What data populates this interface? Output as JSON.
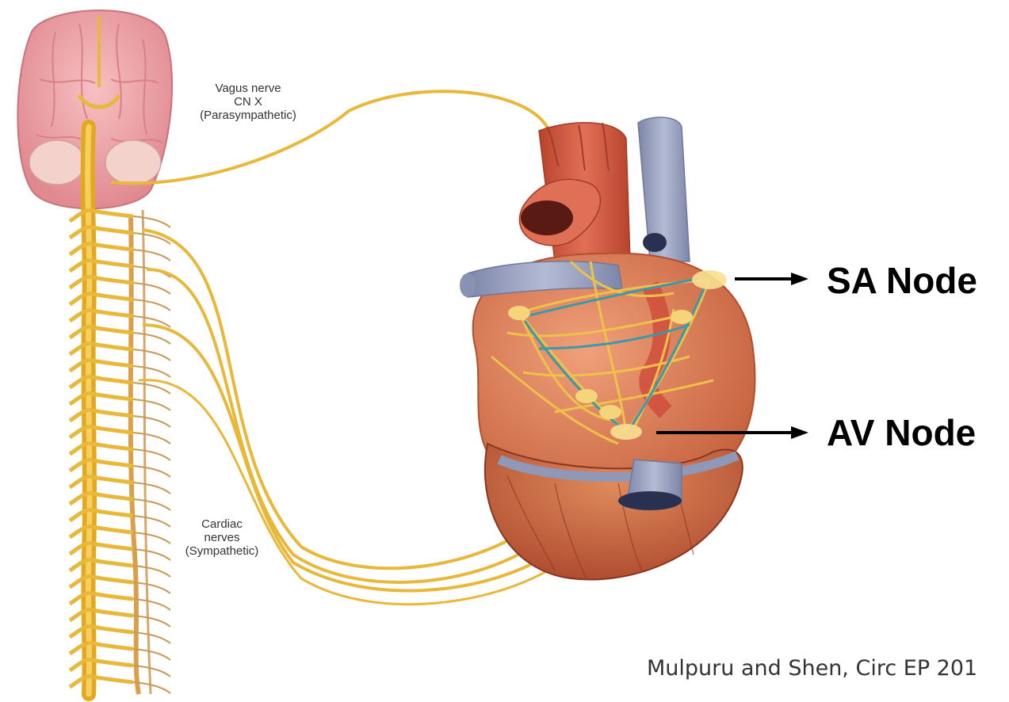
{
  "labels": {
    "vagus": [
      "Vagus nerve",
      "CN X",
      "(Parasympathetic)"
    ],
    "cardiac": [
      "Cardiac",
      "nerves",
      "(Sympathetic)"
    ],
    "sa_node": "SA Node",
    "av_node": "AV Node"
  },
  "citation": "Mulpuru and Shen, Circ EP 201",
  "colors": {
    "nerve": "#e8b83a",
    "brain": "#f2a0a4",
    "vessel_blue": "#8f98b8",
    "aorta": "#d0553a",
    "heart_muscle": "#d9784e"
  }
}
